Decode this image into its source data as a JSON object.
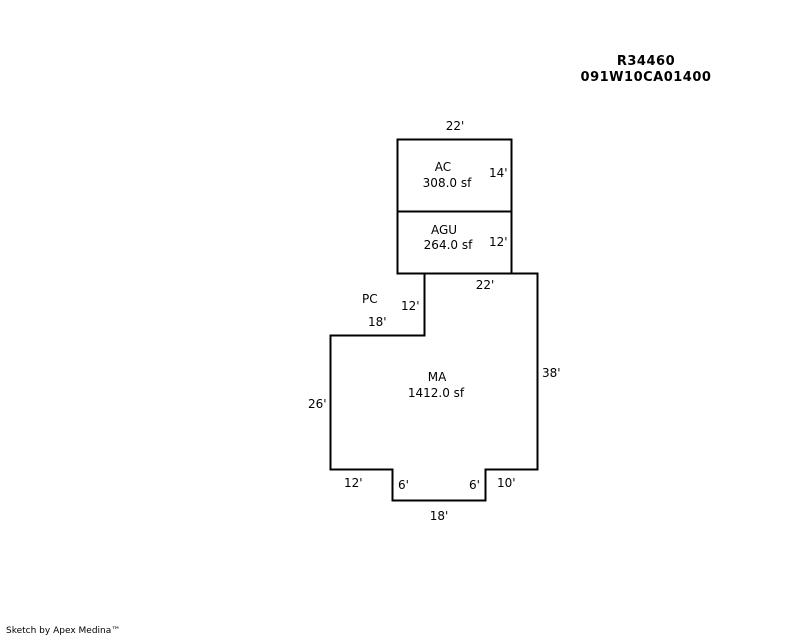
{
  "header": {
    "account": "R34460",
    "map_tax_lot": "091W10CA01400"
  },
  "areas": {
    "ac": {
      "code": "AC",
      "area": "308.0 sf"
    },
    "agu": {
      "code": "AGU",
      "area": "264.0 sf"
    },
    "ma": {
      "code": "MA",
      "area": "1412.0 sf"
    },
    "pc": {
      "code": "PC"
    }
  },
  "dimensions": {
    "ac_top": "22'",
    "ac_right": "14'",
    "agu_right": "12'",
    "ma_top": "22'",
    "pc_vertical": "12'",
    "pc_horizontal": "18'",
    "ma_left": "26'",
    "ma_right": "38'",
    "notch_left_horizontal": "12'",
    "notch_left_vertical": "6'",
    "notch_right_vertical": "6'",
    "notch_right_horizontal": "10'",
    "ma_bottom": "18'"
  },
  "footer": {
    "credit": "Sketch by Apex Medina™"
  },
  "colors": {
    "line": "#000000",
    "background": "#ffffff"
  }
}
